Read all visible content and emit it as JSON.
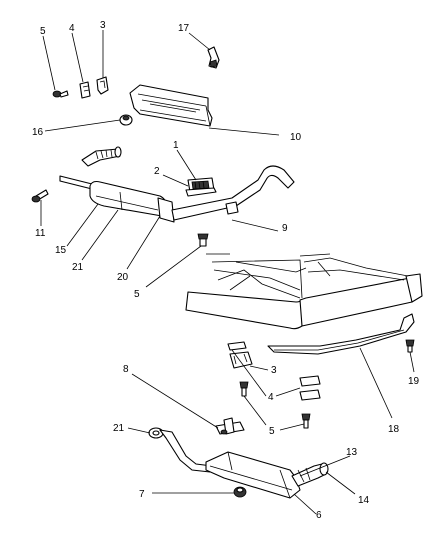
{
  "callouts": {
    "c1": "1",
    "c2": "2",
    "c3_top": "3",
    "c4_top": "4",
    "c5_top": "5",
    "c9": "9",
    "c10": "10",
    "c11": "11",
    "c15": "15",
    "c16": "16",
    "c17": "17",
    "c20": "20",
    "c21_top": "21",
    "c5_mid": "5",
    "c3_right": "3",
    "c4_right": "4",
    "c5_right": "5",
    "c18": "18",
    "c19": "19",
    "c8": "8",
    "c21_bottom": "21",
    "c13": "13",
    "c14": "14",
    "c6": "6",
    "c7": "7"
  }
}
